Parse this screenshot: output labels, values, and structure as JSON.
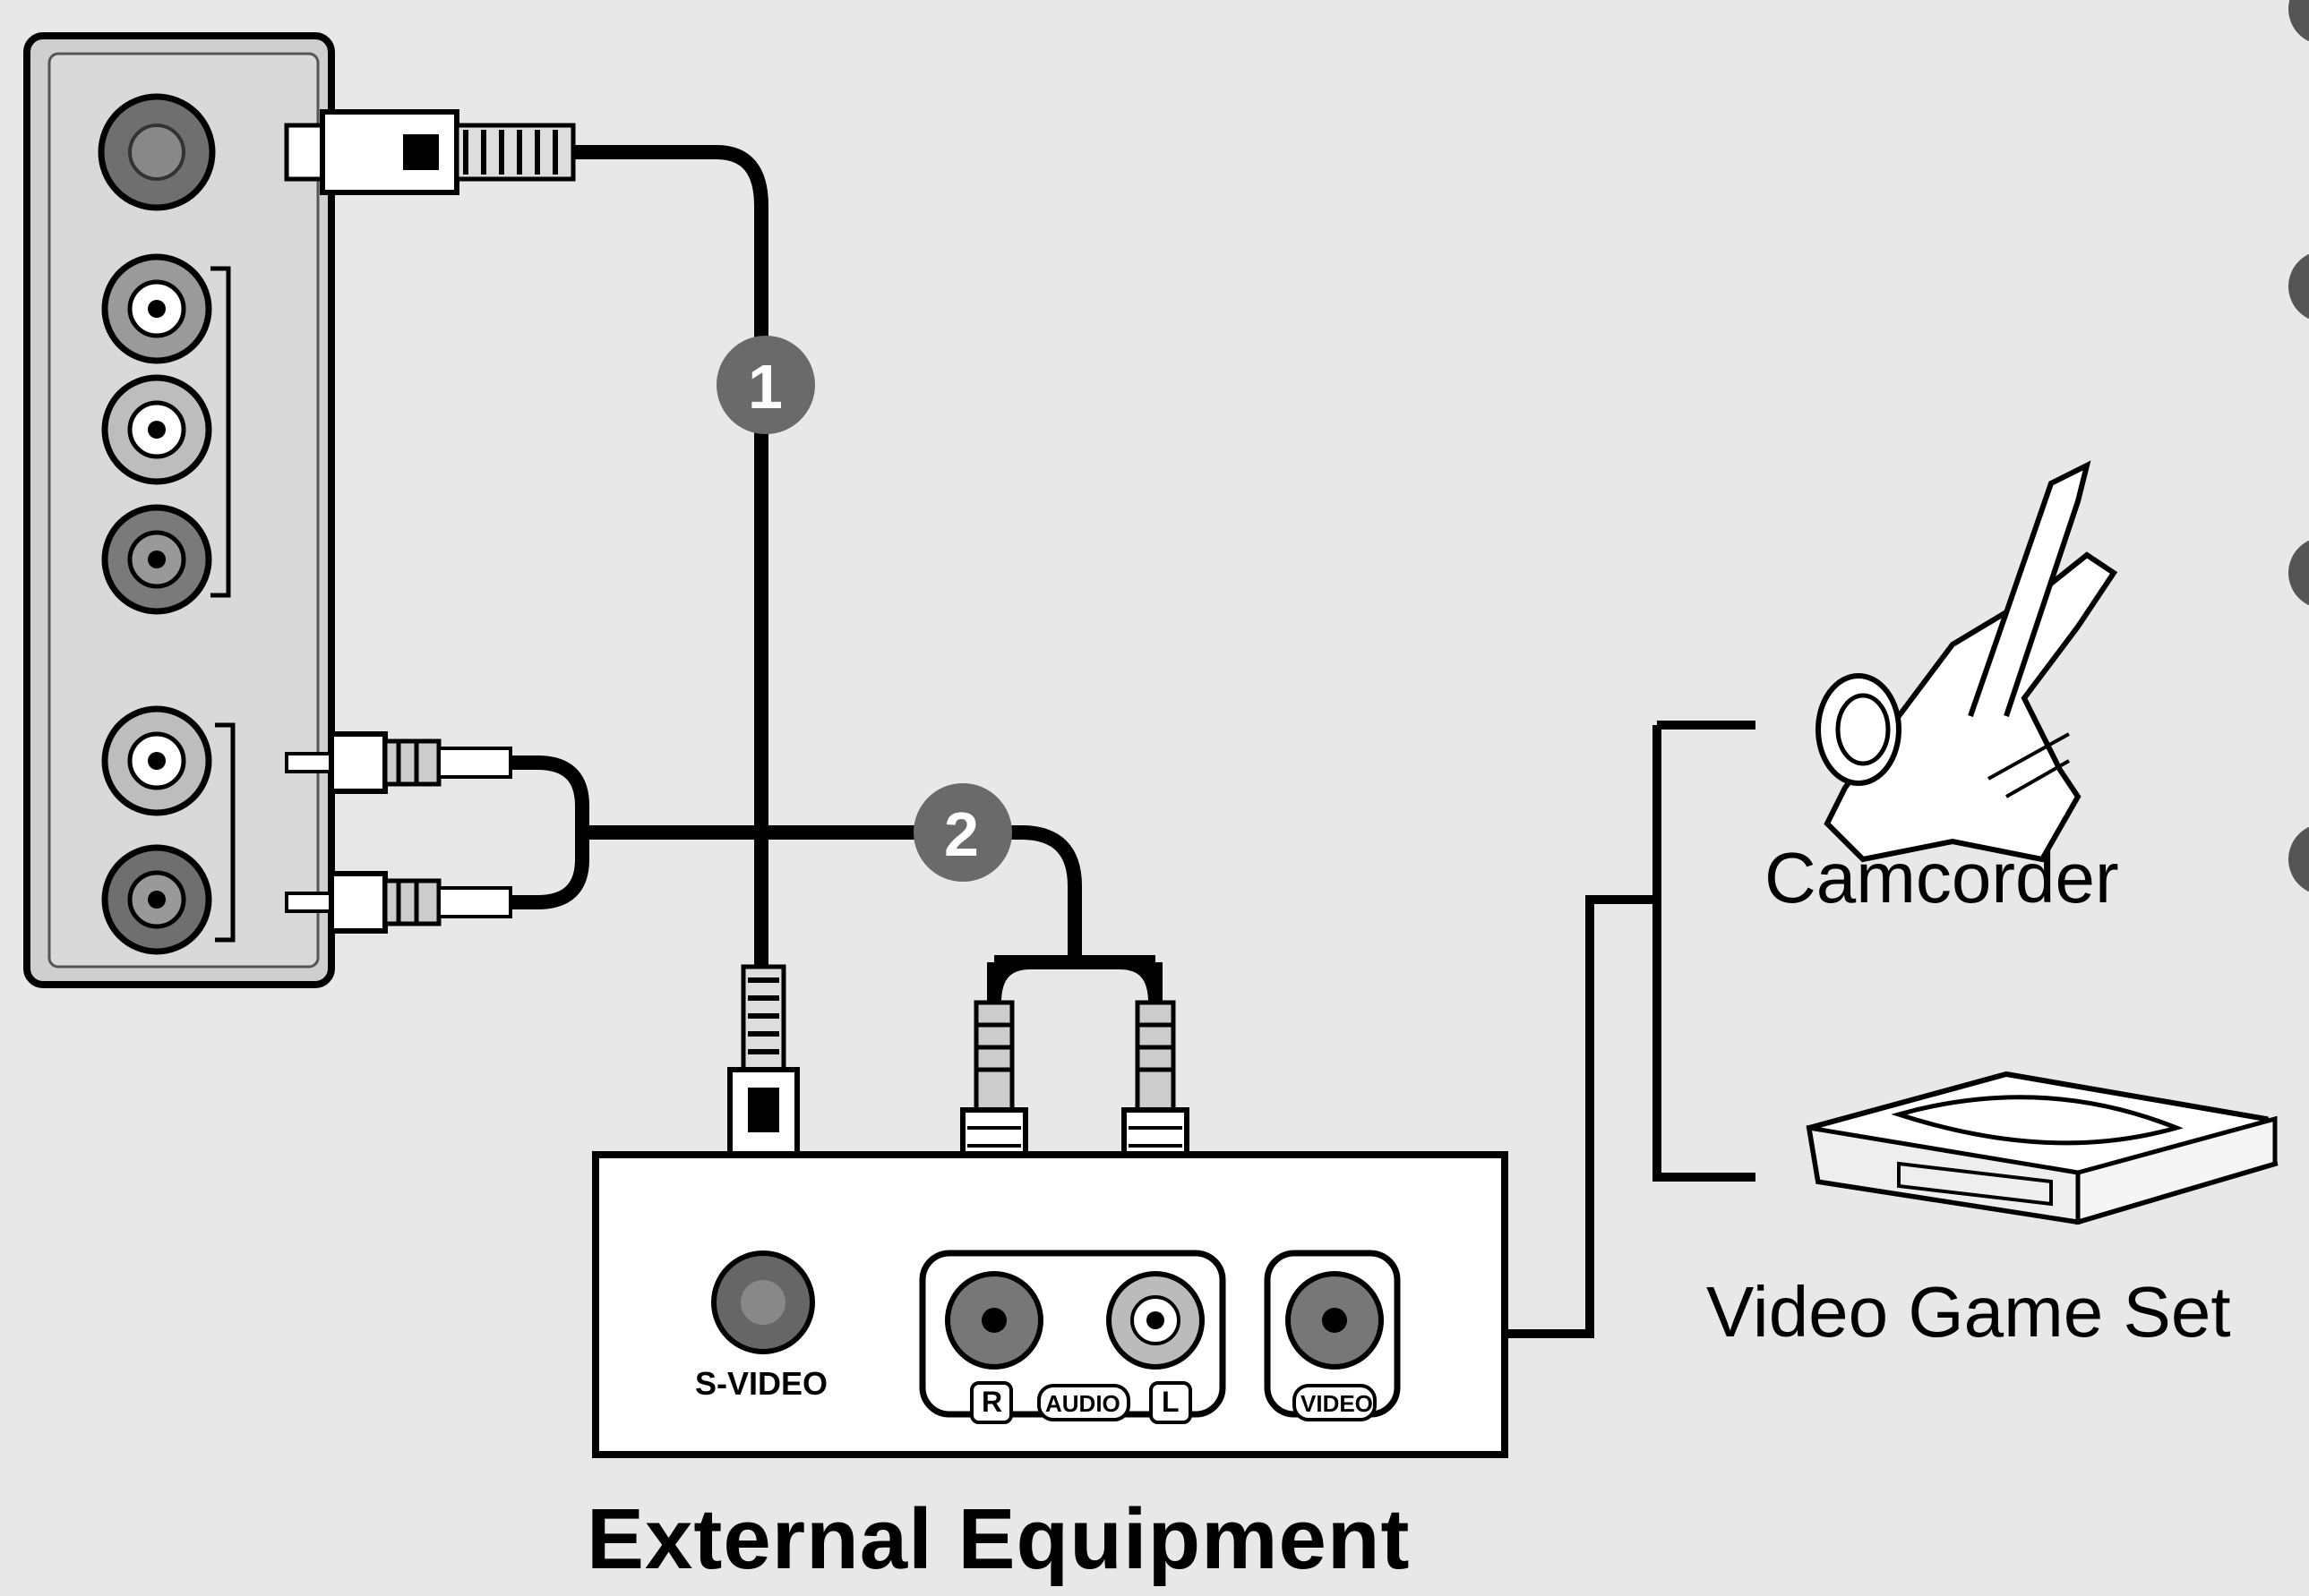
{
  "labels": {
    "external_equipment": "External Equipment",
    "camcorder": "Camcorder",
    "video_game_set": "Video Game Set"
  },
  "external_panel": {
    "s_video": "S-VIDEO",
    "audio": "AUDIO",
    "r": "R",
    "l": "L",
    "video": "VIDEO"
  },
  "callouts": [
    "1",
    "2"
  ],
  "colors": {
    "background": "#e8e8e8",
    "panel": "#d6d6d6",
    "callout": "#6a6a6a",
    "line": "#000000"
  }
}
